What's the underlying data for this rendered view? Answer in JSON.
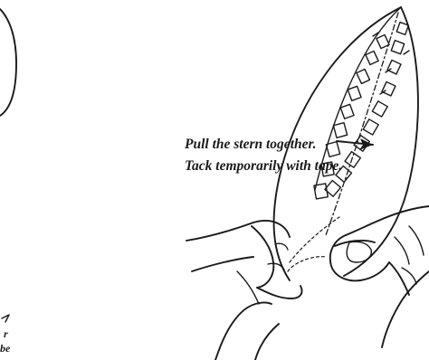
{
  "annotation": {
    "line1": "Pull the stern together.",
    "line2": "Tack temporarily with tape."
  },
  "partial_text": {
    "line1": "r",
    "line2": "be"
  }
}
